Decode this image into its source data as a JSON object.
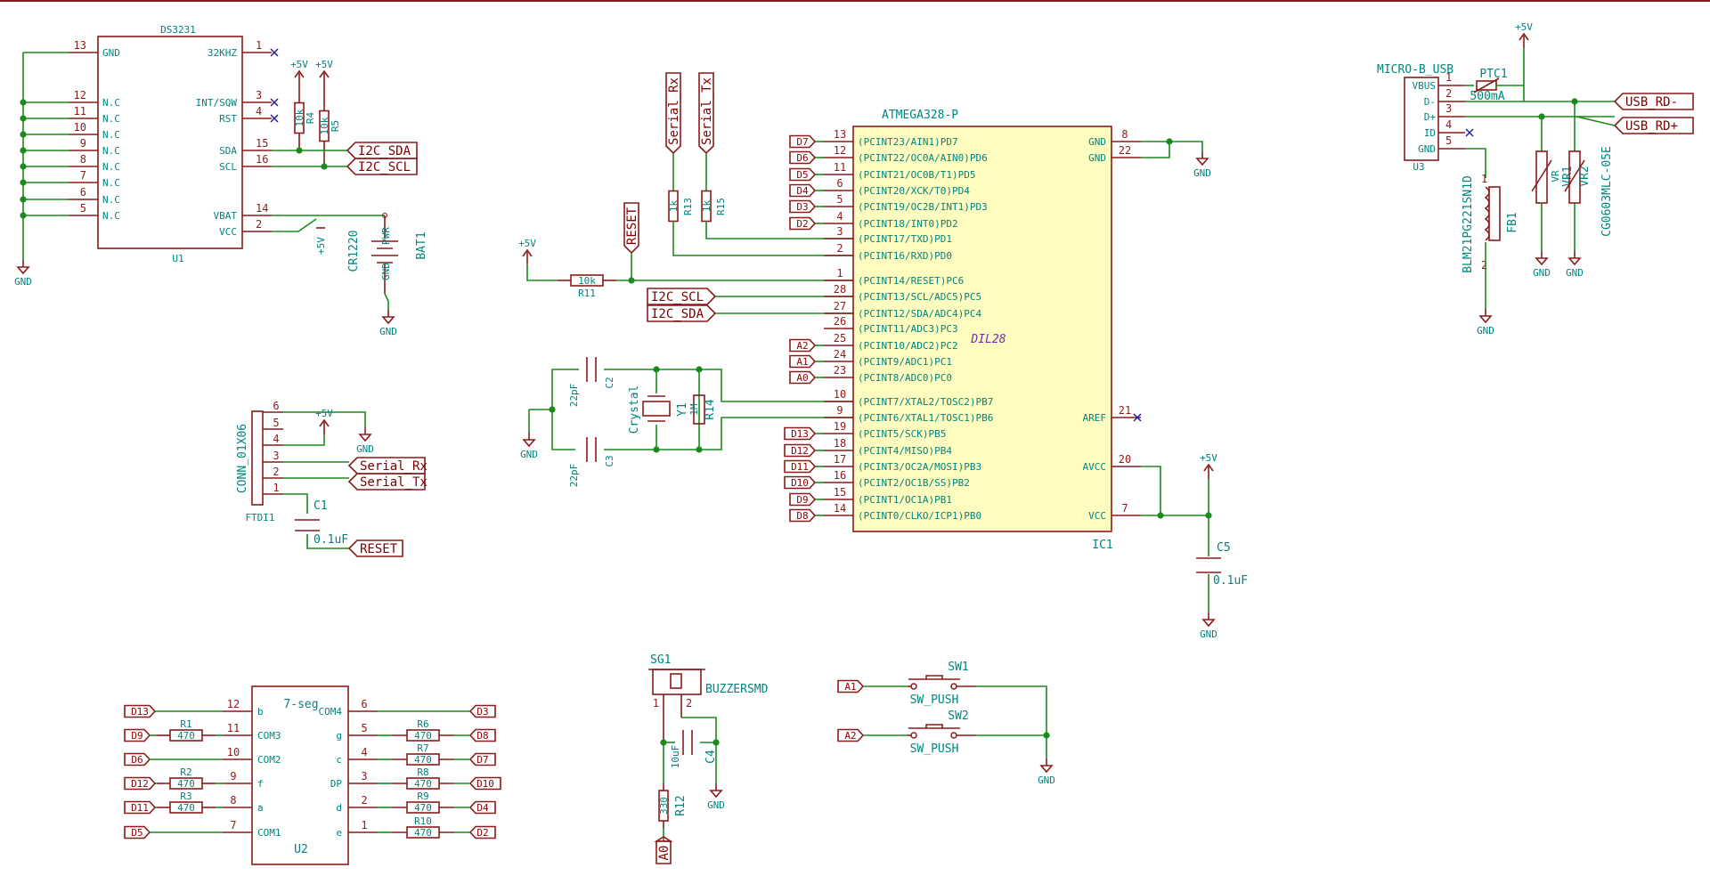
{
  "colors": {
    "wire": "#1b8a1b",
    "body": "#8b1a1a",
    "text": "#00847f",
    "ic_fill": "#fffcc0",
    "label": "#7a0000"
  },
  "u1": {
    "name": "DS3231",
    "ref": "U1",
    "pins_left": [
      {
        "num": "13",
        "name": "GND"
      },
      {
        "num": "12",
        "name": "N.C"
      },
      {
        "num": "11",
        "name": "N.C"
      },
      {
        "num": "10",
        "name": "N.C"
      },
      {
        "num": "9",
        "name": "N.C"
      },
      {
        "num": "8",
        "name": "N.C"
      },
      {
        "num": "7",
        "name": "N.C"
      },
      {
        "num": "6",
        "name": "N.C"
      },
      {
        "num": "5",
        "name": "N.C"
      }
    ],
    "pins_right": [
      {
        "num": "1",
        "name": "32KHZ"
      },
      {
        "num": "3",
        "name": "INT/SQW"
      },
      {
        "num": "4",
        "name": "RST"
      },
      {
        "num": "15",
        "name": "SDA"
      },
      {
        "num": "16",
        "name": "SCL"
      },
      {
        "num": "14",
        "name": "VBAT"
      },
      {
        "num": "2",
        "name": "VCC"
      }
    ]
  },
  "r4": {
    "ref": "R4",
    "value": "10k"
  },
  "r5": {
    "ref": "R5",
    "value": "10k"
  },
  "bat1": {
    "ref": "BAT1",
    "value": "CR1220",
    "pin_pwr": "PWR",
    "pin_gnd": "GND"
  },
  "power": {
    "p5v": "+5V",
    "gnd": "GND"
  },
  "labels": {
    "i2c_sda": "I2C_SDA",
    "i2c_scl": "I2C_SCL",
    "serial_rx": "Serial_Rx",
    "serial_tx": "Serial_Tx",
    "reset": "RESET",
    "usb_rdm": "USB_RD-",
    "usb_rdp": "USB_RD+"
  },
  "ftdi1": {
    "ref": "FTDI1",
    "value": "CONN_01X06",
    "pins": [
      "6",
      "5",
      "4",
      "3",
      "2",
      "1"
    ]
  },
  "c1": {
    "ref": "C1",
    "value": "0.1uF"
  },
  "r13": {
    "ref": "R13",
    "value": "1k"
  },
  "r15": {
    "ref": "R15",
    "value": "1k"
  },
  "r11": {
    "ref": "R11",
    "value": "10k"
  },
  "c2": {
    "ref": "C2",
    "value": "22pF"
  },
  "c3": {
    "ref": "C3",
    "value": "22pF"
  },
  "y1": {
    "ref": "Y1",
    "value": "Crystal"
  },
  "r14": {
    "ref": "R14",
    "value": "1M"
  },
  "ic1": {
    "name": "ATMEGA328-P",
    "ref": "IC1",
    "package": "DIL28",
    "pins_left": [
      {
        "net": "D7",
        "num": "13",
        "name": "(PCINT23/AIN1)PD7"
      },
      {
        "net": "D6",
        "num": "12",
        "name": "(PCINT22/OC0A/AIN0)PD6"
      },
      {
        "net": "D5",
        "num": "11",
        "name": "(PCINT21/OC0B/T1)PD5"
      },
      {
        "net": "D4",
        "num": "6",
        "name": "(PCINT20/XCK/T0)PD4"
      },
      {
        "net": "D3",
        "num": "5",
        "name": "(PCINT19/OC2B/INT1)PD3"
      },
      {
        "net": "D2",
        "num": "4",
        "name": "(PCINT18/INT0)PD2"
      },
      {
        "net": "",
        "num": "3",
        "name": "(PCINT17/TXD)PD1"
      },
      {
        "net": "",
        "num": "2",
        "name": "(PCINT16/RXD)PD0"
      },
      {
        "net": "",
        "num": "1",
        "name": "(PCINT14/RESET)PC6"
      },
      {
        "net": "",
        "num": "28",
        "name": "(PCINT13/SCL/ADC5)PC5"
      },
      {
        "net": "",
        "num": "27",
        "name": "(PCINT12/SDA/ADC4)PC4"
      },
      {
        "net": "",
        "num": "26",
        "name": "(PCINT11/ADC3)PC3"
      },
      {
        "net": "A2",
        "num": "25",
        "name": "(PCINT10/ADC2)PC2"
      },
      {
        "net": "A1",
        "num": "24",
        "name": "(PCINT9/ADC1)PC1"
      },
      {
        "net": "A0",
        "num": "23",
        "name": "(PCINT8/ADC0)PC0"
      },
      {
        "net": "",
        "num": "10",
        "name": "(PCINT7/XTAL2/TOSC2)PB7"
      },
      {
        "net": "",
        "num": "9",
        "name": "(PCINT6/XTAL1/TOSC1)PB6"
      },
      {
        "net": "D13",
        "num": "19",
        "name": "(PCINT5/SCK)PB5"
      },
      {
        "net": "D12",
        "num": "18",
        "name": "(PCINT4/MISO)PB4"
      },
      {
        "net": "D11",
        "num": "17",
        "name": "(PCINT3/OC2A/MOSI)PB3"
      },
      {
        "net": "D10",
        "num": "16",
        "name": "(PCINT2/OC1B/SS)PB2"
      },
      {
        "net": "D9",
        "num": "15",
        "name": "(PCINT1/OC1A)PB1"
      },
      {
        "net": "D8",
        "num": "14",
        "name": "(PCINT0/CLKO/ICP1)PB0"
      }
    ],
    "pins_right": [
      {
        "num": "8",
        "name": "GND"
      },
      {
        "num": "22",
        "name": "GND"
      },
      {
        "num": "21",
        "name": "AREF"
      },
      {
        "num": "20",
        "name": "AVCC"
      },
      {
        "num": "7",
        "name": "VCC"
      }
    ]
  },
  "c5": {
    "ref": "C5",
    "value": "0.1uF"
  },
  "u3": {
    "ref": "U3",
    "value": "MICRO-B_USB",
    "pins": [
      {
        "num": "1",
        "name": "VBUS"
      },
      {
        "num": "2",
        "name": "D-"
      },
      {
        "num": "3",
        "name": "D+"
      },
      {
        "num": "4",
        "name": "ID"
      },
      {
        "num": "5",
        "name": "GND"
      }
    ]
  },
  "ptc1": {
    "ref": "PTC1",
    "value": "500mA"
  },
  "fb1": {
    "ref": "FB1",
    "value": "BLM21PG221SN1D"
  },
  "vr1": {
    "ref": "VR1",
    "value": "VR"
  },
  "vr2": {
    "ref": "VR2",
    "value": "CG0603MLC-05E"
  },
  "u2": {
    "ref": "U2",
    "value": "7-seg",
    "pins_left": [
      {
        "net": "D13",
        "num": "12",
        "name": "b",
        "res": ""
      },
      {
        "net": "D9",
        "num": "11",
        "name": "COM3",
        "res": "R1"
      },
      {
        "net": "D6",
        "num": "10",
        "name": "COM2",
        "res": ""
      },
      {
        "net": "D12",
        "num": "9",
        "name": "f",
        "res": "R2"
      },
      {
        "net": "D11",
        "num": "8",
        "name": "a",
        "res": "R3"
      },
      {
        "net": "D5",
        "num": "7",
        "name": "COM1",
        "res": ""
      }
    ],
    "pins_right": [
      {
        "net": "D3",
        "num": "6",
        "name": "COM4",
        "res": ""
      },
      {
        "net": "D8",
        "num": "5",
        "name": "g",
        "res": "R6"
      },
      {
        "net": "D7",
        "num": "4",
        "name": "c",
        "res": "R7"
      },
      {
        "net": "D10",
        "num": "3",
        "name": "DP",
        "res": "R8"
      },
      {
        "net": "D4",
        "num": "2",
        "name": "d",
        "res": "R9"
      },
      {
        "net": "D2",
        "num": "1",
        "name": "e",
        "res": "R10"
      }
    ],
    "res_value": "470"
  },
  "sg1": {
    "ref": "SG1",
    "value": "BUZZERSMD",
    "pins": [
      "1",
      "2"
    ]
  },
  "c4": {
    "ref": "C4",
    "value": "10uF"
  },
  "r12": {
    "ref": "R12",
    "value": "330"
  },
  "buzzer_net": "A0",
  "sw1": {
    "ref": "SW1",
    "value": "SW_PUSH",
    "net": "A1"
  },
  "sw2": {
    "ref": "SW2",
    "value": "SW_PUSH",
    "net": "A2"
  }
}
